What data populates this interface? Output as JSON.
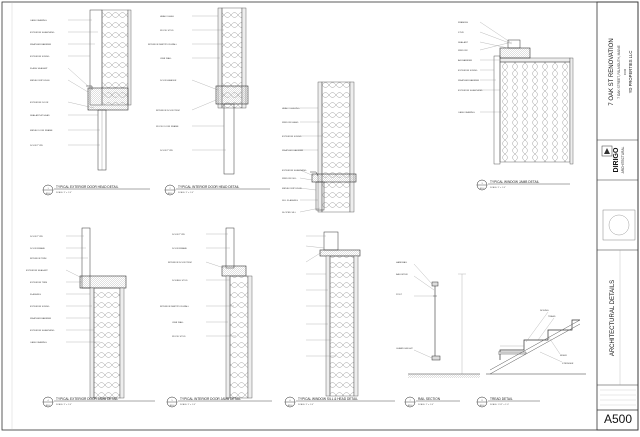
{
  "sheet": {
    "project_name": "7 OAK ST RENOVATION",
    "project_address": "7 OAK STREET, FALMOUTH, MAINE",
    "for_label": "FOR",
    "client": "YD PROPERTIES LLC",
    "firm_name": "DIRIGO",
    "firm_sub": "ARCHITECTURAL",
    "sheet_title": "ARCHITECTURAL DETAILS",
    "sheet_number": "A500"
  },
  "details": [
    {
      "num": "1",
      "ref": "A500",
      "title": "TYPICAL EXTERIOR DOOR HEAD DETAIL",
      "scale": "SCALE: 3\" = 1'-0\""
    },
    {
      "num": "2",
      "ref": "A500",
      "title": "TYPICAL INTERIOR DOOR HEAD DETAIL",
      "scale": "SCALE: 3\" = 1'-0\""
    },
    {
      "num": "3",
      "ref": "A500",
      "title": "TYPICAL WINDOW JAMB DETAIL",
      "scale": "SCALE: 3\" = 1'-0\""
    },
    {
      "num": "4",
      "ref": "A500",
      "title": "TYPICAL EXTERIOR DOOR JAMB DETAIL",
      "scale": "SCALE: 3\" = 1'-0\""
    },
    {
      "num": "5",
      "ref": "A500",
      "title": "TYPICAL INTERIOR DOOR JAMB DETAIL",
      "scale": "SCALE: 3\" = 1'-0\""
    },
    {
      "num": "6",
      "ref": "A500",
      "title": "TYPICAL WINDOW SILL & HEAD DETAIL",
      "scale": "SCALE: 3\" = 1'-0\""
    },
    {
      "num": "7",
      "ref": "A500",
      "title": "RAIL SECTION",
      "scale": "SCALE: 1\" = 1'-0\""
    },
    {
      "num": "8",
      "ref": "A500",
      "title": "TREAD DETAIL",
      "scale": "SCALE: 1 1/2\" = 1'-0\""
    }
  ],
  "notes": {
    "d1": [
      "CASE FRAMING",
      "EXTERIOR SHEATHING",
      "WEATHER BARRIER",
      "EXTERIOR SIDING",
      "FLASH SEALANT",
      "METAL DRIP EDGE",
      "EXTERIOR DOOR",
      "SEALANT AT HEAD",
      "METAL DOOR FRAME",
      "DOOR TYPE"
    ],
    "d2": [
      "HEAD FLASH",
      "WOOD STUD",
      "INTERIOR PARTITION WALL",
      "GWB WALL",
      "DOOR HEADER",
      "INTERIOR DOOR TRIM",
      "WOOD DOOR FRAME",
      "DOOR TYPE"
    ],
    "d3": [
      "FRAMING",
      "STUD",
      "SEALANT",
      "WINDOW",
      "AIR BARRIER",
      "EXTERIOR SIDING",
      "WEATHER BARRIER",
      "EXTERIOR SHEATHING",
      "CASE FRAMING"
    ],
    "d6": [
      "HEAD FLASHING",
      "WINDOW HEAD",
      "EXTERIOR SIDING",
      "WEATHER BARRIER",
      "EXTERIOR SHEATHING",
      "WINDOW SILL",
      "METAL DRIP EDGE",
      "SILL FLASHING",
      "SLOPED SILL"
    ],
    "d4": [
      "DOOR TYPE",
      "DOOR FRAME",
      "INTERIOR TRIM",
      "EXTERIOR SEALANT",
      "EXTERIOR TRIM",
      "FLASHING",
      "EXTERIOR SIDING",
      "WEATHER BARRIER",
      "EXTERIOR SHEATHING",
      "CASE FRAMING"
    ],
    "d5": [
      "DOOR TYPE",
      "DOOR FRAME",
      "INTERIOR DOOR TRIM",
      "DOUBLE STUD",
      "INTERIOR PARTITION WALL",
      "GWB WALL",
      "WOOD STUD"
    ],
    "d8": [
      "NOSING",
      "TREAD",
      "RISER",
      "STRINGER"
    ],
    "d7": [
      "HANDRAIL",
      "BALUSTER",
      "POST",
      "GUARD HEIGHT"
    ]
  }
}
